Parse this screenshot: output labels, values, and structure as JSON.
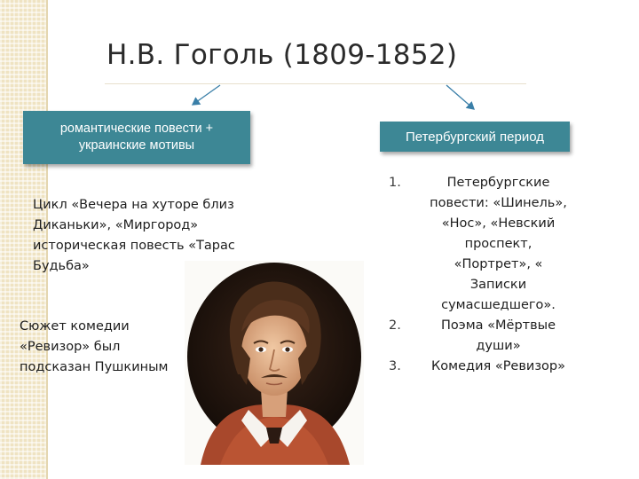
{
  "slide": {
    "title": "Н.В. Гоголь (1809-1852)",
    "left_box": {
      "line1": "романтические повести +",
      "line2": "украинские мотивы"
    },
    "right_box": {
      "label": "Петербургский период"
    },
    "left_text_1": {
      "lines": [
        "Цикл «Вечера на хуторе близ",
        "Диканьки», «Миргород»",
        "историческая повесть «Тарас",
        "Будьба»"
      ]
    },
    "left_text_2": {
      "lines": [
        "Сюжет комедии",
        "«Ревизор» был",
        "подсказан Пушкиным"
      ]
    },
    "periods_list": [
      {
        "num": "1.",
        "lines": [
          "Петербургские",
          "повести: «Шинель»,",
          "«Нос», «Невский",
          "проспект,",
          "«Портрет», «",
          "Записки",
          "сумасшедшего»."
        ]
      },
      {
        "num": "2.",
        "lines": [
          "Поэма «Мёртвые",
          "души»"
        ]
      },
      {
        "num": "3.",
        "lines": [
          "Комедия «Ревизор»"
        ]
      }
    ],
    "colors": {
      "box": "#3d8795",
      "arrow": "#3a7fa8",
      "stripe": "#efe3c2"
    },
    "portrait_icon": "portrait-of-gogol"
  }
}
